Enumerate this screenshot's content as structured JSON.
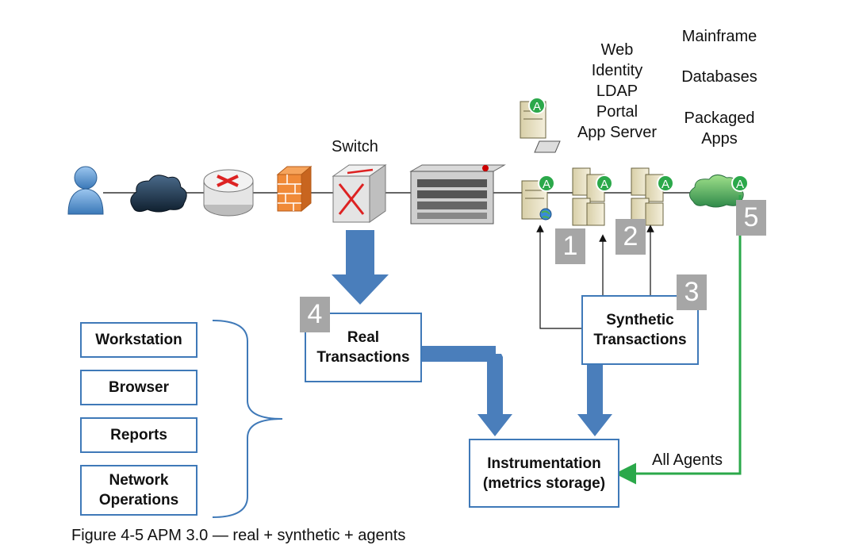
{
  "labels": {
    "switch": "Switch",
    "tier_web": [
      "Web",
      "Identity",
      "LDAP",
      "Portal",
      "App Server"
    ],
    "mainframe": "Mainframe",
    "databases": "Databases",
    "packaged_apps": [
      "Packaged",
      "Apps"
    ],
    "all_agents": "All Agents",
    "agent_badge": "A"
  },
  "boxes": {
    "real_transactions": [
      "Real",
      "Transactions"
    ],
    "synthetic_transactions": [
      "Synthetic",
      "Transactions"
    ],
    "instrumentation": [
      "Instrumentation",
      "(metrics storage)"
    ]
  },
  "markers": [
    "1",
    "2",
    "3",
    "4",
    "5"
  ],
  "consumers": [
    "Workstation",
    "Browser",
    "Reports",
    "Network Operations"
  ],
  "caption": "Figure 4-5 APM 3.0 — real + synthetic + agents",
  "colors": {
    "arrow_blue": "#4a7ebb",
    "agent_green": "#2ba84a",
    "box_border": "#3f79b8",
    "marker_gray": "#a6a6a6"
  }
}
